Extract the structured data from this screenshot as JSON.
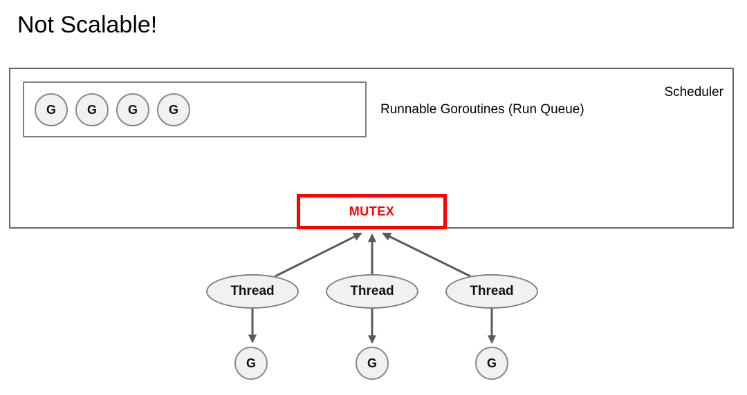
{
  "title": "Not Scalable!",
  "scheduler": {
    "label": "Scheduler",
    "run_queue": {
      "label": "Runnable Goroutines (Run Queue)",
      "goroutines": [
        {
          "label": "G"
        },
        {
          "label": "G"
        },
        {
          "label": "G"
        },
        {
          "label": "G"
        }
      ]
    },
    "mutex": {
      "label": "MUTEX"
    }
  },
  "threads": [
    {
      "label": "Thread",
      "goroutine": "G"
    },
    {
      "label": "Thread",
      "goroutine": "G"
    },
    {
      "label": "Thread",
      "goroutine": "G"
    }
  ],
  "colors": {
    "mutex_accent": "#ff0000",
    "node_fill": "#f1f1f1",
    "node_border": "#7f7f7f",
    "box_border": "#666666",
    "arrow": "#595959",
    "text": "#000000"
  }
}
